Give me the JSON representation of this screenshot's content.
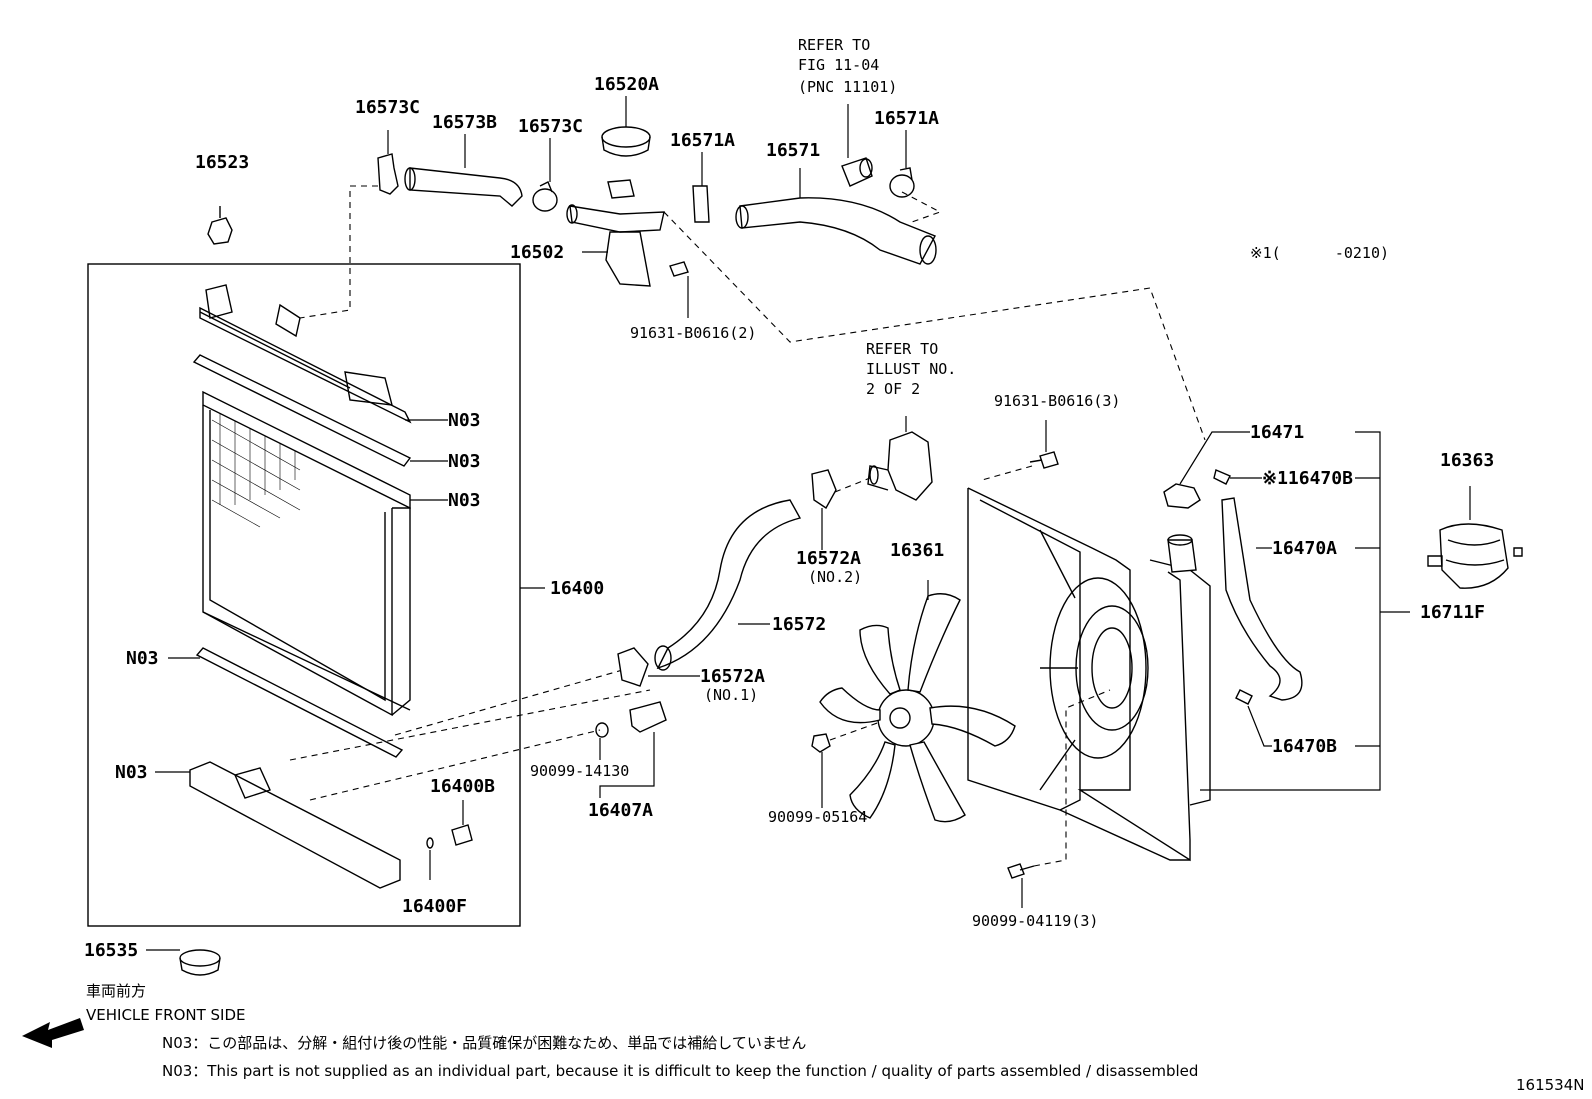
{
  "labels": {
    "p16573C_a": "16573C",
    "p16573B": "16573B",
    "p16573C_b": "16573C",
    "p16520A": "16520A",
    "p16571A_a": "16571A",
    "p16571": "16571",
    "refer_a1": "REFER TO",
    "refer_a2": "FIG 11-04",
    "refer_a3": "(PNC 11101)",
    "p16571A_b": "16571A",
    "p16523": "16523",
    "p16502": "16502",
    "b91631_2": "91631-B0616(2)",
    "note1": "※1(      -0210)",
    "refer_b1": "REFER TO",
    "refer_b2": "ILLUST NO.",
    "refer_b3": "2 OF 2",
    "b91631_3": "91631-B0616(3)",
    "p16471": "16471",
    "p16470B_a": "※116470B",
    "p16363": "16363",
    "n03_1": "N03",
    "n03_2": "N03",
    "n03_3": "N03",
    "p16400": "16400",
    "n03_4": "N03",
    "n03_5": "N03",
    "p16572A_2": "16572A",
    "p16572A_2sub": "(NO.2)",
    "p16361": "16361",
    "p16470A": "16470A",
    "p16711F": "16711F",
    "p16572": "16572",
    "p16572A_1": "16572A",
    "p16572A_1sub": "(NO.1)",
    "p16470B_b": "16470B",
    "b90099_14130": "90099-14130",
    "p16407A": "16407A",
    "p16400B": "16400B",
    "b90099_05164": "90099-05164",
    "p16400F": "16400F",
    "b90099_04119": "90099-04119(3)",
    "p16535": "16535"
  },
  "footer": {
    "jp_front": "車両前方",
    "en_front": "VEHICLE FRONT SIDE",
    "note_jp": "N03：この部品は、分解・組付け後の性能・品質確保が困難なため、単品では補給していません",
    "note_en": "N03：This part is not supplied as an individual part, because it is difficult to keep the function / quality of parts assembled / disassembled",
    "fig_id": "161534N"
  }
}
